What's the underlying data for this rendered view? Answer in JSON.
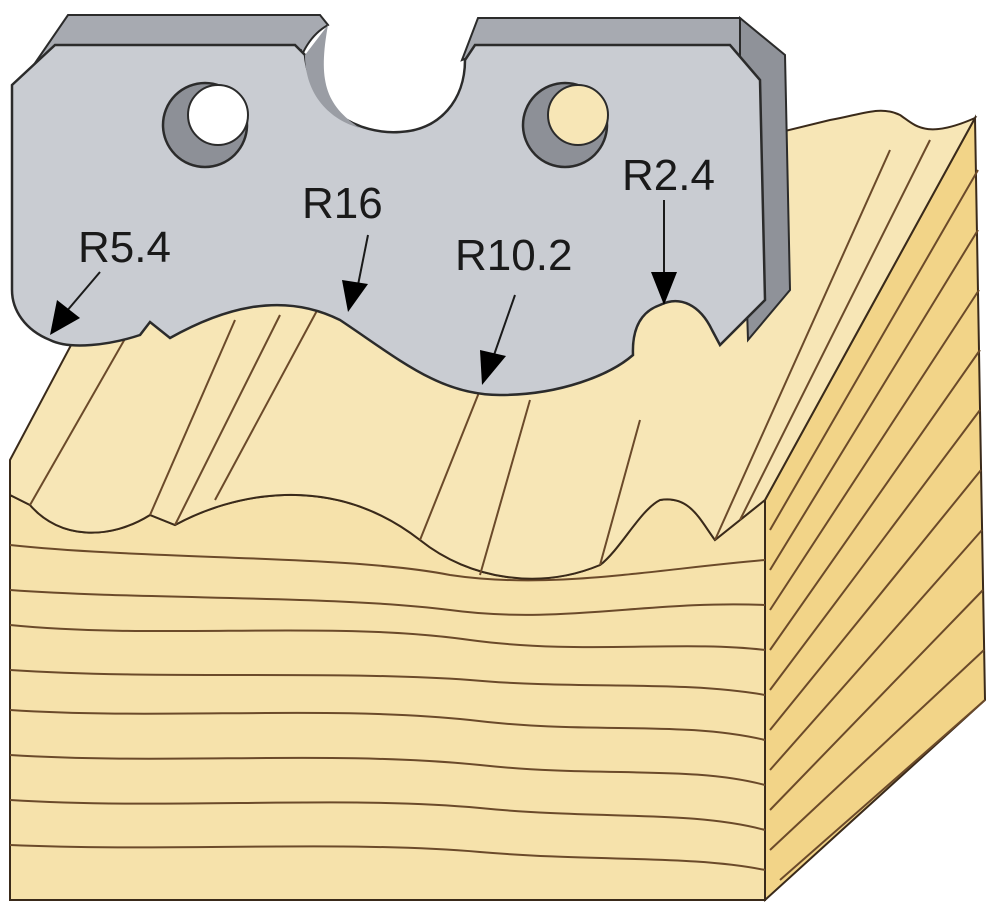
{
  "diagram": {
    "labels": {
      "r5_4": "R5.4",
      "r16": "R16",
      "r10_2": "R10.2",
      "r2_4": "R2.4"
    },
    "colors": {
      "wood_light": "#f7e4b0",
      "wood_mid": "#f2d990",
      "wood_dark": "#e9c766",
      "grain": "#6b4a2a",
      "blade_face": "#c9ccd2",
      "blade_top": "#a4a7ae",
      "blade_edge": "#8d9097",
      "outline": "#2b2b2b"
    }
  }
}
